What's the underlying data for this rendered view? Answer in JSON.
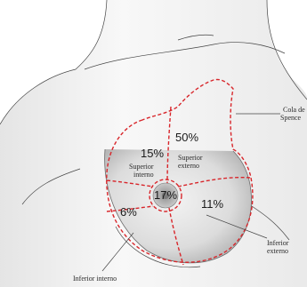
{
  "colors": {
    "background": "#ffffff",
    "skin_shadow": "#bdbdbd",
    "outline": "#6a6a6a",
    "dashed_boundary": "#d8262b"
  },
  "regions": {
    "superior_externo": {
      "percent": "50%",
      "label_line1": "Superior",
      "label_line2": "externo"
    },
    "superior_interno": {
      "percent": "15%",
      "label_line1": "Superior",
      "label_line2": "interno"
    },
    "central": {
      "percent": "17%"
    },
    "inferior_interno": {
      "percent": "6%"
    },
    "inferior_externo": {
      "percent": "11%"
    }
  },
  "callouts": {
    "cola_de_spence": {
      "line1": "Cola de",
      "line2": "Spence"
    },
    "inferior_externo": {
      "line1": "Inferior",
      "line2": "externo"
    },
    "inferior_interno": {
      "line1": "Inferior interno"
    }
  }
}
